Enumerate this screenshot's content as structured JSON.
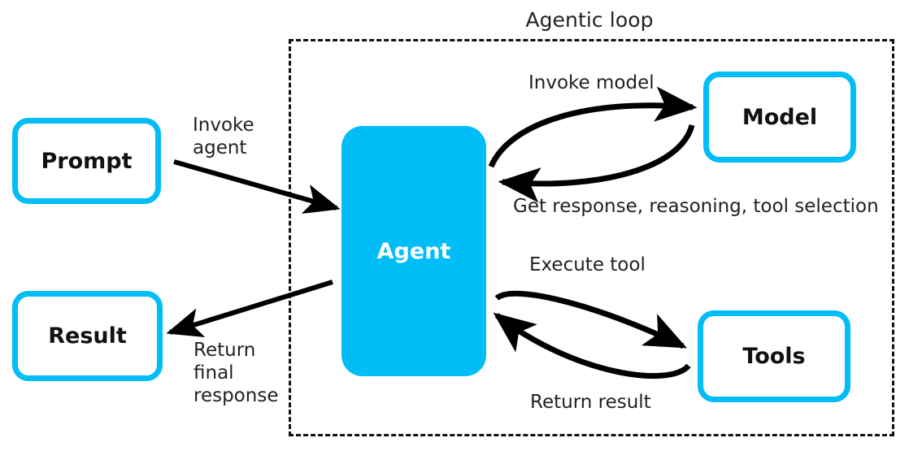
{
  "diagram": {
    "title": "Agentic loop",
    "accent_color": "#00bdf7",
    "text_color": "#231f20",
    "arrow_color": "#000000",
    "background": "#ffffff"
  },
  "nodes": {
    "prompt": {
      "label": "Prompt",
      "style": "outline"
    },
    "result": {
      "label": "Result",
      "style": "outline"
    },
    "agent": {
      "label": "Agent",
      "style": "filled"
    },
    "model": {
      "label": "Model",
      "style": "outline"
    },
    "tools": {
      "label": "Tools",
      "style": "outline"
    }
  },
  "edges": {
    "invoke_agent": {
      "label": "Invoke\nagent",
      "from": "prompt",
      "to": "agent"
    },
    "return_final": {
      "label": "Return\nfinal\nresponse",
      "from": "agent",
      "to": "result"
    },
    "invoke_model": {
      "label": "Invoke model",
      "from": "agent",
      "to": "model"
    },
    "get_response": {
      "label": "Get response, reasoning, tool selection",
      "from": "model",
      "to": "agent"
    },
    "execute_tool": {
      "label": "Execute tool",
      "from": "agent",
      "to": "tools"
    },
    "return_result": {
      "label": "Return result",
      "from": "tools",
      "to": "agent"
    }
  }
}
